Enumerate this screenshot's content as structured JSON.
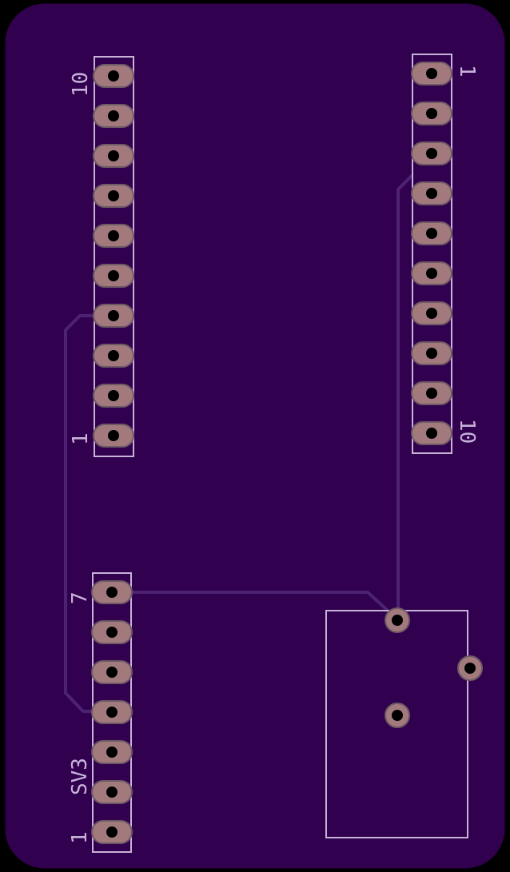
{
  "colors": {
    "background": "#000000",
    "board": "#31004f",
    "board_edge": "#000000",
    "trace": "#4e2273",
    "silkscreen": "#c7b2d8",
    "pad_fill": "#a27a7e",
    "pad_edge": "#6e5a64",
    "drill": "#000000"
  },
  "headers": {
    "left_top": {
      "pin_first": "1",
      "pin_last": "10"
    },
    "right_top": {
      "pin_first": "1",
      "pin_last": "10"
    },
    "left_bottom": {
      "name": "SV3",
      "pin_first": "1",
      "pin_last": "7"
    }
  }
}
